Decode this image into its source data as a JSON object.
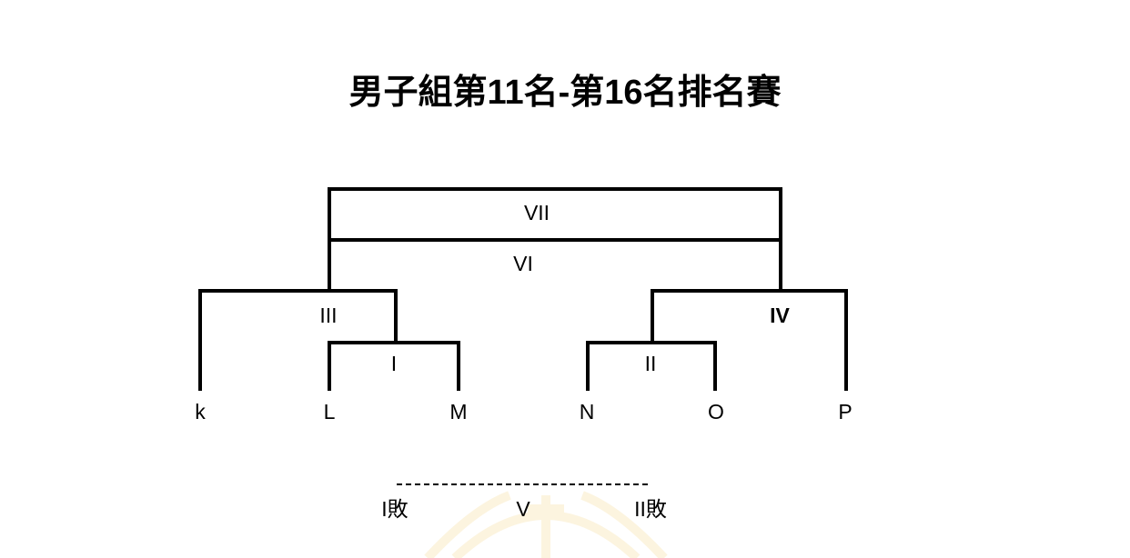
{
  "title": "男子組第11名-第16名排名賽",
  "teams": [
    "k",
    "L",
    "M",
    "N",
    "O",
    "P"
  ],
  "matches": {
    "I": "I",
    "II": "II",
    "III": "III",
    "IV": "IV",
    "V": "V",
    "VI": "VI",
    "VII": "VII"
  },
  "consolation": {
    "left": "I敗",
    "center": "V",
    "right": "II敗"
  }
}
